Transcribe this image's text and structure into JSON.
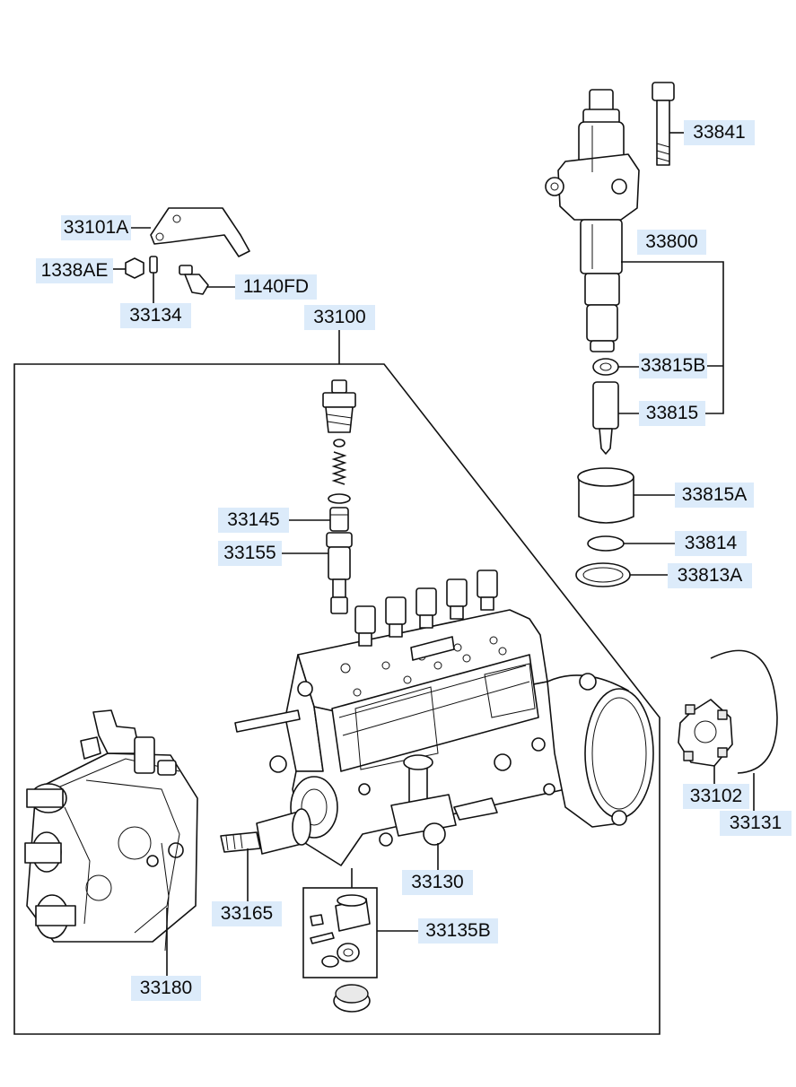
{
  "diagram": {
    "callouts": [
      {
        "id": "33841",
        "text": "33841"
      },
      {
        "id": "33101A",
        "text": "33101A"
      },
      {
        "id": "33800",
        "text": "33800"
      },
      {
        "id": "1338AE",
        "text": "1338AE"
      },
      {
        "id": "1140FD",
        "text": "1140FD"
      },
      {
        "id": "33134",
        "text": "33134"
      },
      {
        "id": "33100",
        "text": "33100"
      },
      {
        "id": "33815B",
        "text": "33815B"
      },
      {
        "id": "33815",
        "text": "33815"
      },
      {
        "id": "33815A",
        "text": "33815A"
      },
      {
        "id": "33145",
        "text": "33145"
      },
      {
        "id": "33155",
        "text": "33155"
      },
      {
        "id": "33814",
        "text": "33814"
      },
      {
        "id": "33813A",
        "text": "33813A"
      },
      {
        "id": "33102",
        "text": "33102"
      },
      {
        "id": "33131",
        "text": "33131"
      },
      {
        "id": "33130",
        "text": "33130"
      },
      {
        "id": "33165",
        "text": "33165"
      },
      {
        "id": "33135B",
        "text": "33135B"
      },
      {
        "id": "33180",
        "text": "33180"
      }
    ],
    "colors": {
      "callout_bg": "#dcebfa",
      "line": "#111111",
      "part_fill": "#ffffff"
    }
  }
}
